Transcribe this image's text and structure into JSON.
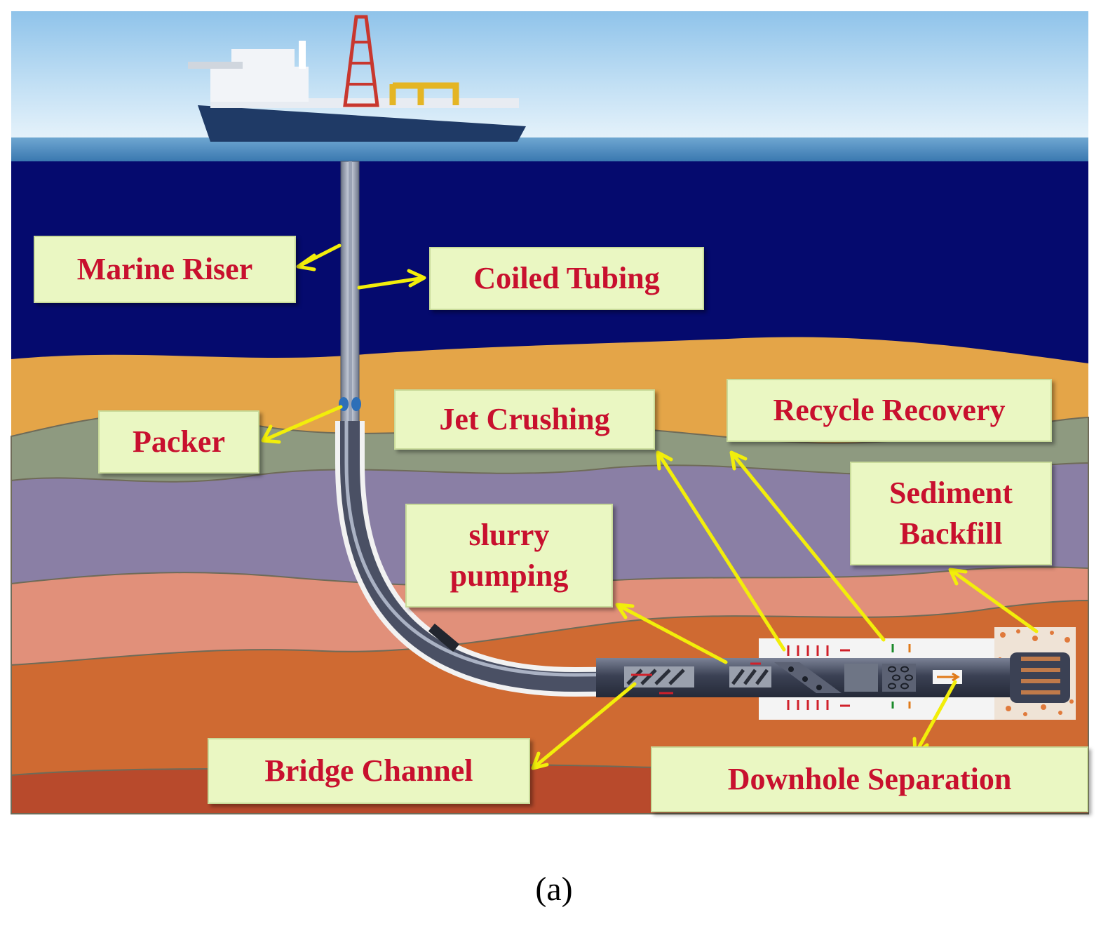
{
  "colors": {
    "sea": "#050a6e",
    "label_text": "#c8102e",
    "label_bg": "#eaf7c2",
    "arrow": "#f2ee0a",
    "layer_1": "#e4a548",
    "layer_2": "#8e9a80",
    "layer_3": "#8a7fa5",
    "layer_4": "#e1907a",
    "layer_5": "#cf6a32",
    "layer_6": "#b84a2c"
  },
  "labels": {
    "marine_riser": "Marine Riser",
    "coiled_tubing": "Coiled Tubing",
    "packer": "Packer",
    "jet_crushing": "Jet Crushing",
    "recycle_recovery": "Recycle Recovery",
    "sediment_backfill": "Sediment\nBackfill",
    "slurry_pumping": "slurry\npumping",
    "bridge_channel": "Bridge Channel",
    "downhole_separation": "Downhole Separation"
  },
  "caption": "(a)"
}
